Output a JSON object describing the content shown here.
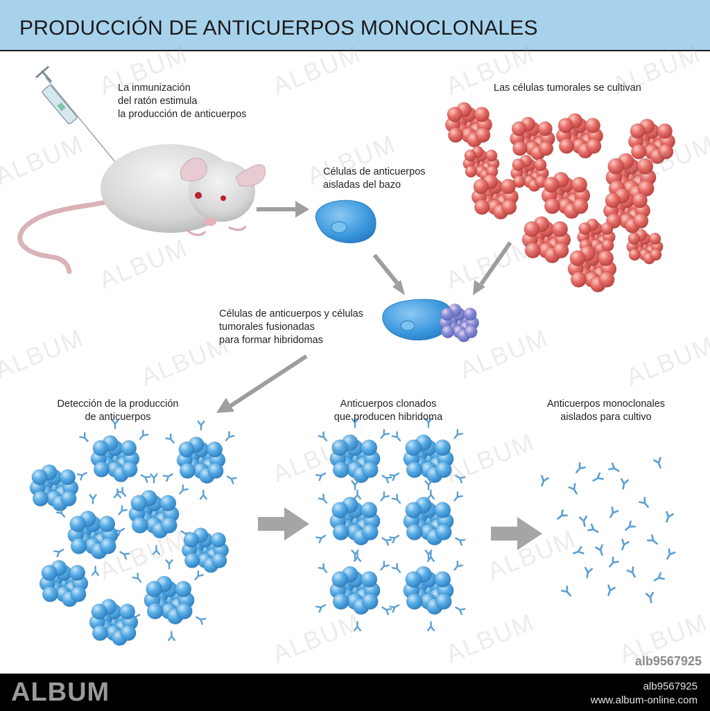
{
  "title": "PRODUCCIÓN DE ANTICUERPOS MONOCLONALES",
  "labels": {
    "immunization": [
      "La inmunización",
      "del ratón estimula",
      "la producción de anticuerpos"
    ],
    "tumor_cells": "Las células tumorales se cultivan",
    "spleen_cells": [
      "Células de anticuerpos",
      "aisladas del bazo"
    ],
    "fused_cells": [
      "Células de anticuerpos y células",
      "tumorales fusionadas",
      "para formar hibridomas"
    ],
    "detection": [
      "Detección de la producción",
      "de anticuerpos"
    ],
    "cloned": [
      "Anticuerpos clonados",
      "que producen hibridoma"
    ],
    "isolated": [
      "Anticuerpos monoclonales",
      "aislados para cultivo"
    ]
  },
  "watermark": "ALBUM",
  "stock_id": "alb9567925",
  "footer": {
    "brand": "ALBUM",
    "id": "alb9567925",
    "url": "www.album-online.com"
  },
  "colors": {
    "title_bar": "#a8d2ec",
    "antibody_cell": "#4aa3e0",
    "tumor_cell": "#e0605e",
    "arrow": "#9e9e9e"
  },
  "icons": [
    "syringe-icon",
    "mouse-icon",
    "spleen-cell-icon",
    "tumor-cell-cluster-icon",
    "hybridoma-icon",
    "antibody-icon"
  ]
}
